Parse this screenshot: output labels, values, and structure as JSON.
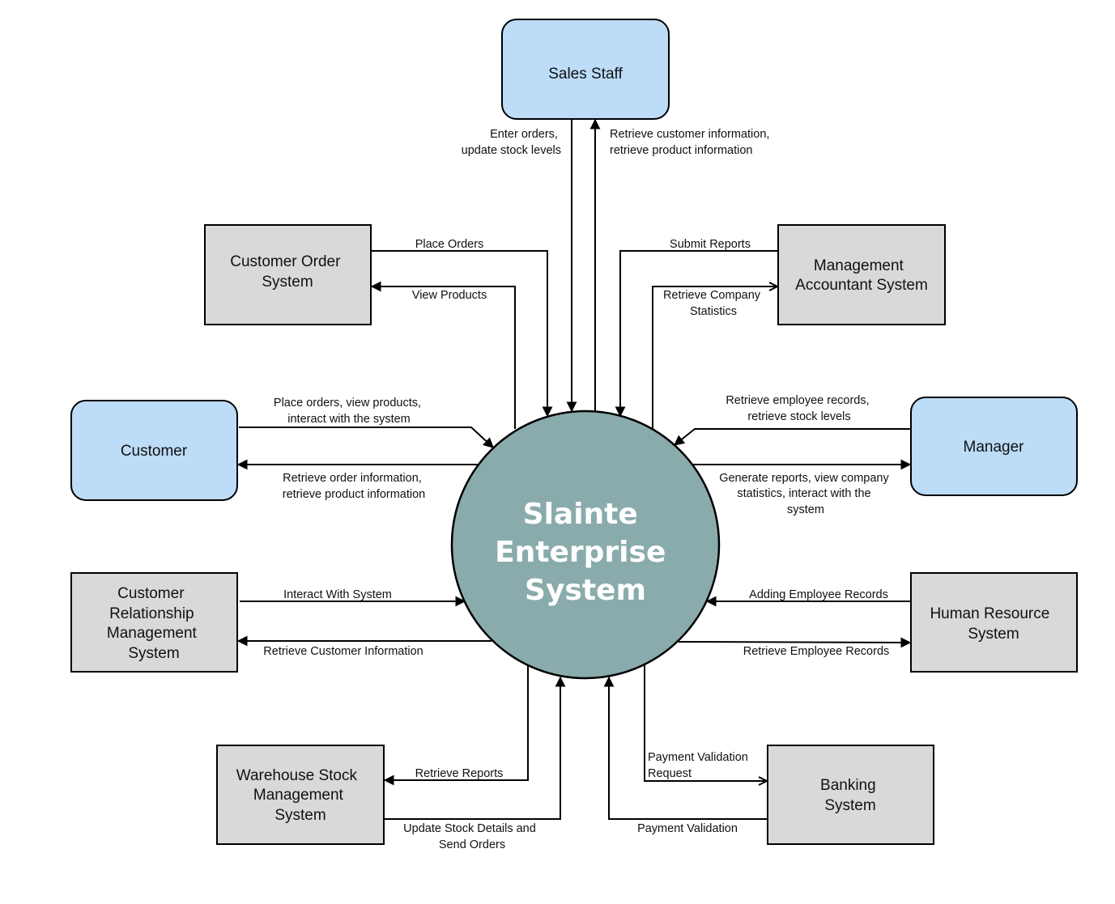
{
  "core": {
    "lines": [
      "Slainte",
      "Enterprise",
      "System"
    ]
  },
  "entities": {
    "sales_staff": {
      "lines": [
        "Sales Staff"
      ]
    },
    "customer_order": {
      "lines": [
        "Customer Order",
        "System"
      ]
    },
    "mgmt_accountant": {
      "lines": [
        "Management",
        "Accountant System"
      ]
    },
    "customer": {
      "lines": [
        "Customer"
      ]
    },
    "manager": {
      "lines": [
        "Manager"
      ]
    },
    "crm": {
      "lines": [
        "Customer",
        "Relationship",
        "Management",
        "System"
      ]
    },
    "hr": {
      "lines": [
        "Human Resource",
        "System"
      ]
    },
    "warehouse": {
      "lines": [
        "Warehouse Stock",
        "Management",
        "System"
      ]
    },
    "banking": {
      "lines": [
        "Banking",
        "System"
      ]
    }
  },
  "flows": {
    "enter_orders": [
      "Enter orders,",
      "update stock levels"
    ],
    "retrieve_customer_product": [
      "Retrieve customer information,",
      "retrieve product information"
    ],
    "place_orders": [
      "Place Orders"
    ],
    "view_products": [
      "View Products"
    ],
    "submit_reports": [
      "Submit Reports"
    ],
    "retrieve_company_stats": [
      "Retrieve Company",
      "Statistics"
    ],
    "customer_in": [
      "Place orders, view products,",
      "interact with the system"
    ],
    "customer_out": [
      "Retrieve order information,",
      "retrieve product information"
    ],
    "manager_in": [
      "Retrieve employee records,",
      "retrieve stock levels"
    ],
    "manager_out": [
      "Generate reports, view company",
      "statistics, interact with the",
      "system"
    ],
    "crm_in": [
      "Interact With System"
    ],
    "crm_out": [
      "Retrieve Customer Information"
    ],
    "hr_in": [
      "Adding Employee Records"
    ],
    "hr_out": [
      "Retrieve Employee Records"
    ],
    "warehouse_out": [
      "Retrieve Reports"
    ],
    "warehouse_in": [
      "Update Stock Details and",
      "Send Orders"
    ],
    "banking_out": [
      "Payment Validation",
      "Request"
    ],
    "banking_in": [
      "Payment Validation"
    ]
  },
  "colors": {
    "actor_fill": "#bcdcf8",
    "system_fill": "#d9d9d9",
    "core_fill": "#8aabac",
    "stroke": "#000000"
  }
}
